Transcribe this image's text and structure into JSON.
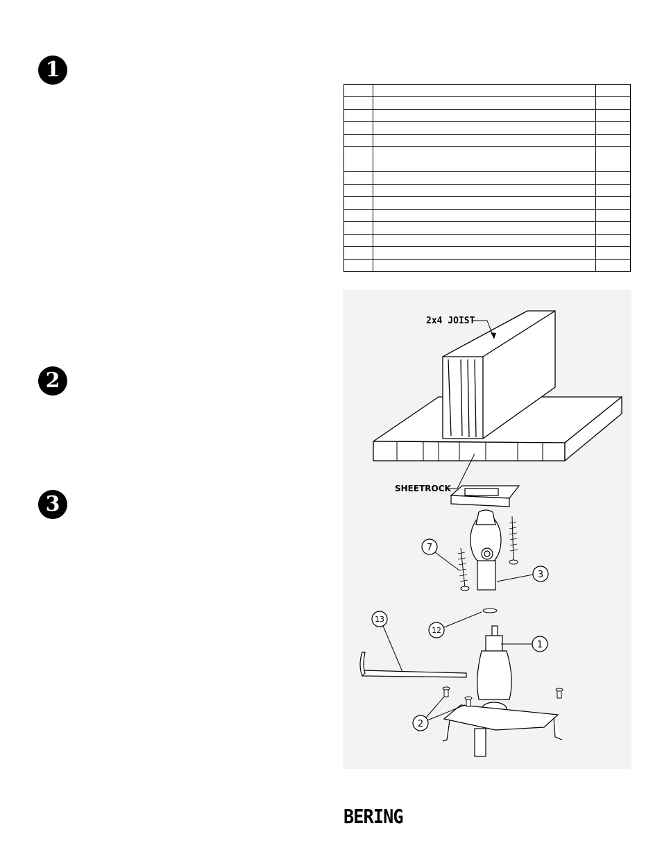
{
  "steps": [
    "❶",
    "❷",
    "❸"
  ],
  "diagram": {
    "joist_label": "2x4  JOIST",
    "sheetrock_label": "SHEETROCK",
    "callouts": {
      "c7": "7",
      "c3": "3",
      "c13": "13",
      "c12": "12",
      "c1": "1",
      "c2": "2"
    }
  },
  "brand": "BERING"
}
